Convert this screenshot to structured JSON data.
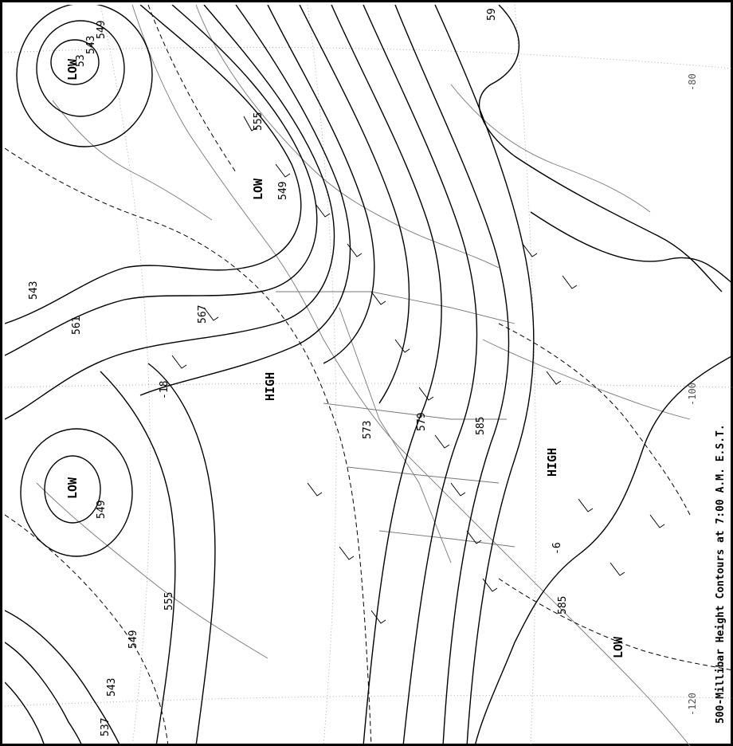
{
  "map": {
    "title": "500-Millibar Height Contours at 7:00 A.M. E.S.T.",
    "contour_labels": [
      "537",
      "543",
      "543",
      "549",
      "549",
      "549",
      "549",
      "555",
      "555",
      "561",
      "567",
      "573",
      "579",
      "585",
      "585",
      "59",
      "53",
      "543"
    ],
    "temperature_labels": [
      "-18",
      "-6"
    ],
    "systems": [
      {
        "type": "LOW"
      },
      {
        "type": "LOW"
      },
      {
        "type": "LOW"
      },
      {
        "type": "LOW"
      },
      {
        "type": "HIGH"
      },
      {
        "type": "HIGH"
      }
    ],
    "longitude_labels": [
      "-80",
      "-100",
      "-120"
    ]
  }
}
